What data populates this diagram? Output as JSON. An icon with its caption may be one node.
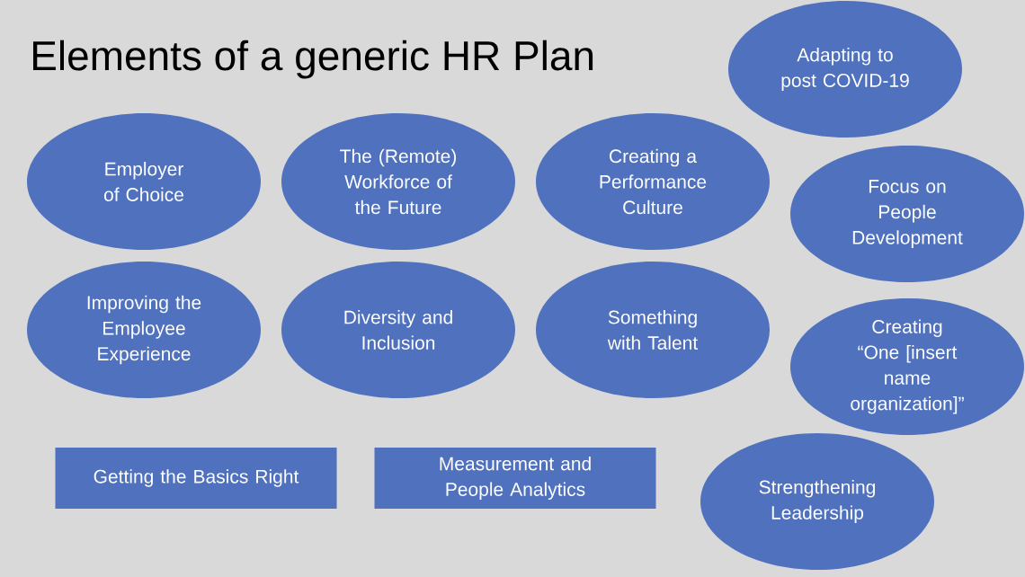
{
  "diagram": {
    "title": "Elements of a generic HR Plan",
    "nodes": [
      {
        "text": [
          "Adapting to post COVID-19"
        ]
      },
      {
        "text": [
          "Employer of Choice"
        ]
      },
      {
        "text": [
          "The (Remote) Workforce of the Future"
        ]
      },
      {
        "text": [
          "Creating a Performance Culture"
        ]
      },
      {
        "text": [
          "Focus on People Development"
        ]
      },
      {
        "text": [
          "Improving the Employee Experience"
        ]
      },
      {
        "text": [
          "Diversity and Inclusion"
        ]
      },
      {
        "text": [
          "Something with Talent"
        ]
      },
      {
        "text": [
          "Creating “One [insert name organization]”"
        ]
      },
      {
        "text": [
          "Getting the Basics Right"
        ]
      },
      {
        "text": [
          "Measurement and People Analytics"
        ]
      },
      {
        "text": [
          "Strengthening Leadership"
        ]
      }
    ]
  }
}
